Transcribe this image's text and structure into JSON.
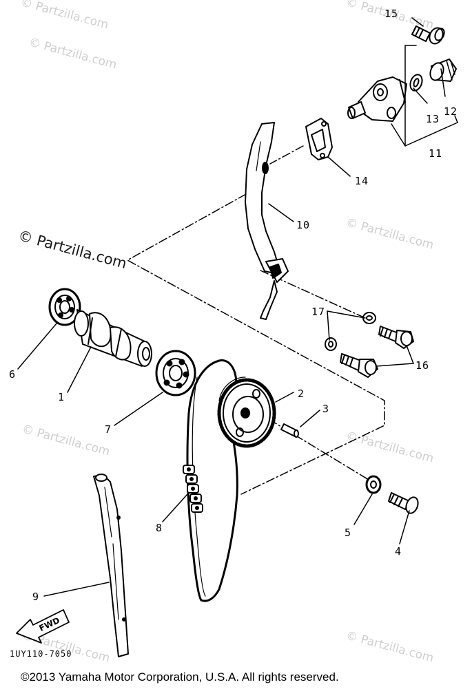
{
  "watermark": {
    "text": "© Partzilla.com",
    "featured_text": "© Partzilla.com"
  },
  "callouts": [
    "1",
    "2",
    "3",
    "4",
    "5",
    "6",
    "7",
    "8",
    "9",
    "10",
    "11",
    "12",
    "13",
    "14",
    "15",
    "16",
    "17"
  ],
  "fwd_label": "FWD",
  "diagram_code": "1UY110-7050",
  "copyright": "©2013 Yamaha Motor Corporation, U.S.A. All rights reserved."
}
